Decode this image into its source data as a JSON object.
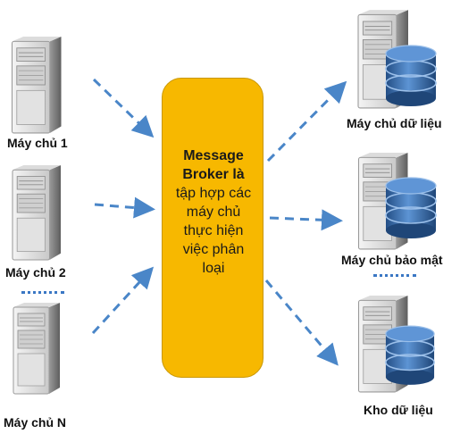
{
  "broker": {
    "title_bold": "Message Broker là",
    "description": "tập hợp các máy chủ thực hiện việc phân loại",
    "fill_color": "#f7b800"
  },
  "left_servers": [
    {
      "label": "Máy chủ 1",
      "icon": "server-tower-icon"
    },
    {
      "label": "Máy chủ 2",
      "icon": "server-tower-icon"
    },
    {
      "label": "Máy chủ N",
      "icon": "server-tower-icon"
    }
  ],
  "right_servers": [
    {
      "label": "Máy chủ dữ liệu",
      "icon": "database-server-icon"
    },
    {
      "label": "Máy chủ bảo mật",
      "icon": "database-server-icon"
    },
    {
      "label": "Kho dữ liệu",
      "icon": "database-server-icon"
    }
  ],
  "arrow_color": "#4a86c8",
  "database_color": "#2f66a8"
}
